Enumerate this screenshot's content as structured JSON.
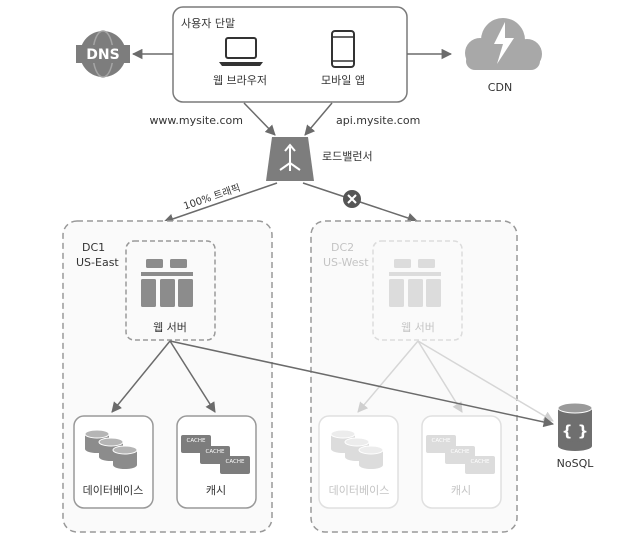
{
  "user_terminal": {
    "title": "사용자 단말",
    "web_browser": "웹 브라우저",
    "mobile_app": "모바일 앱"
  },
  "dns": {
    "label": "DNS"
  },
  "cdn": {
    "label": "CDN"
  },
  "domains": {
    "web": "www.mysite.com",
    "api": "api.mysite.com"
  },
  "load_balancer": {
    "label": "로드밸런서"
  },
  "traffic": {
    "label": "100% 트래픽"
  },
  "dc1": {
    "name": "DC1",
    "region": "US-East",
    "web_server": "웹 서버",
    "database": "데이터베이스",
    "cache": "캐시",
    "cache_tags": [
      "CACHE",
      "CACHE",
      "CACHE"
    ]
  },
  "dc2": {
    "name": "DC2",
    "region": "US-West",
    "web_server": "웹 서버",
    "database": "데이터베이스",
    "cache": "캐시",
    "cache_tags": [
      "CACHE",
      "CACHE",
      "CACHE"
    ]
  },
  "nosql": {
    "label": "NoSQL",
    "icon_glyph": "{ }"
  },
  "colors": {
    "dark": "#6b6b6b",
    "mid": "#8c8c8c",
    "faded": "#d6d6d6",
    "faded_text": "#c4c4c4",
    "box_fill": "#fafafa"
  }
}
